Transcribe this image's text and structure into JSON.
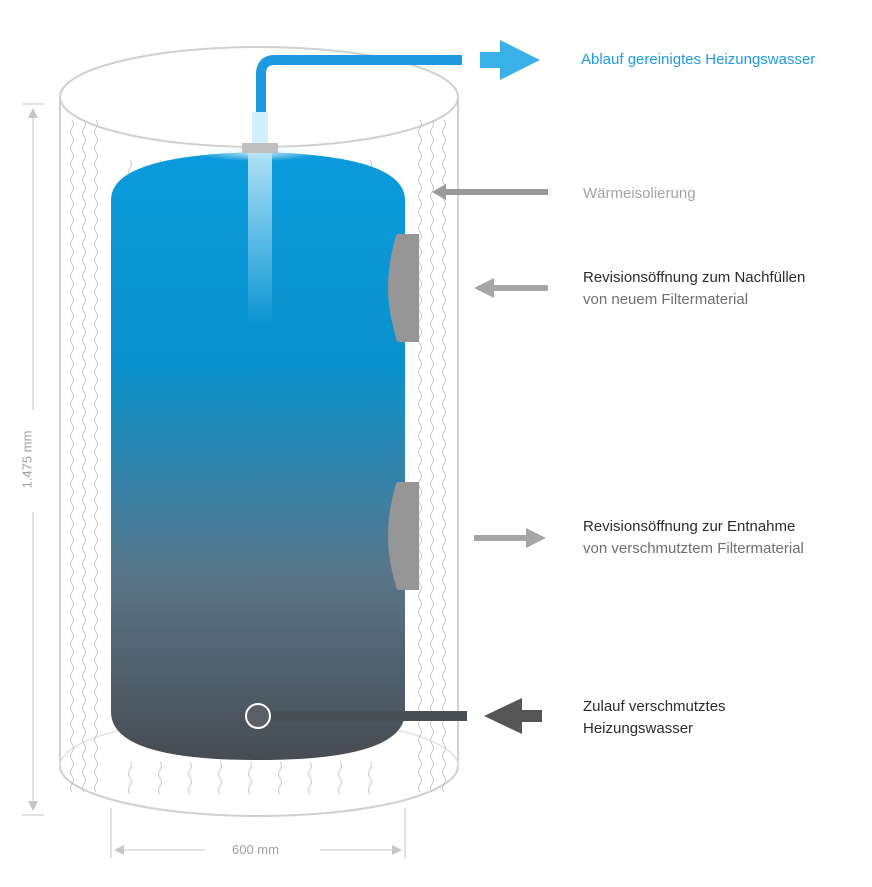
{
  "labels": {
    "outlet": "Ablauf gereinigtes Heizungswasser",
    "insulation": "Wärmeisolierung",
    "refill_line1": "Revisionsöffnung zum Nachfüllen",
    "refill_line2": "von neuem Filtermaterial",
    "removal_line1": "Revisionsöffnung zur Entnahme",
    "removal_line2": "von verschmutztem Filtermaterial",
    "inlet_line1": "Zulauf verschmutztes",
    "inlet_line2": "Heizungswasser"
  },
  "dimensions": {
    "height": "1.475 mm",
    "width": "600 mm"
  },
  "colors": {
    "water_top": "#0a9bdc",
    "water_bottom": "#474c52",
    "outlet_blue": "#1e9be0",
    "arrow_grey": "#9a9a9a",
    "arrow_dark": "#555555",
    "hatch_grey": "#8e8e8e"
  }
}
